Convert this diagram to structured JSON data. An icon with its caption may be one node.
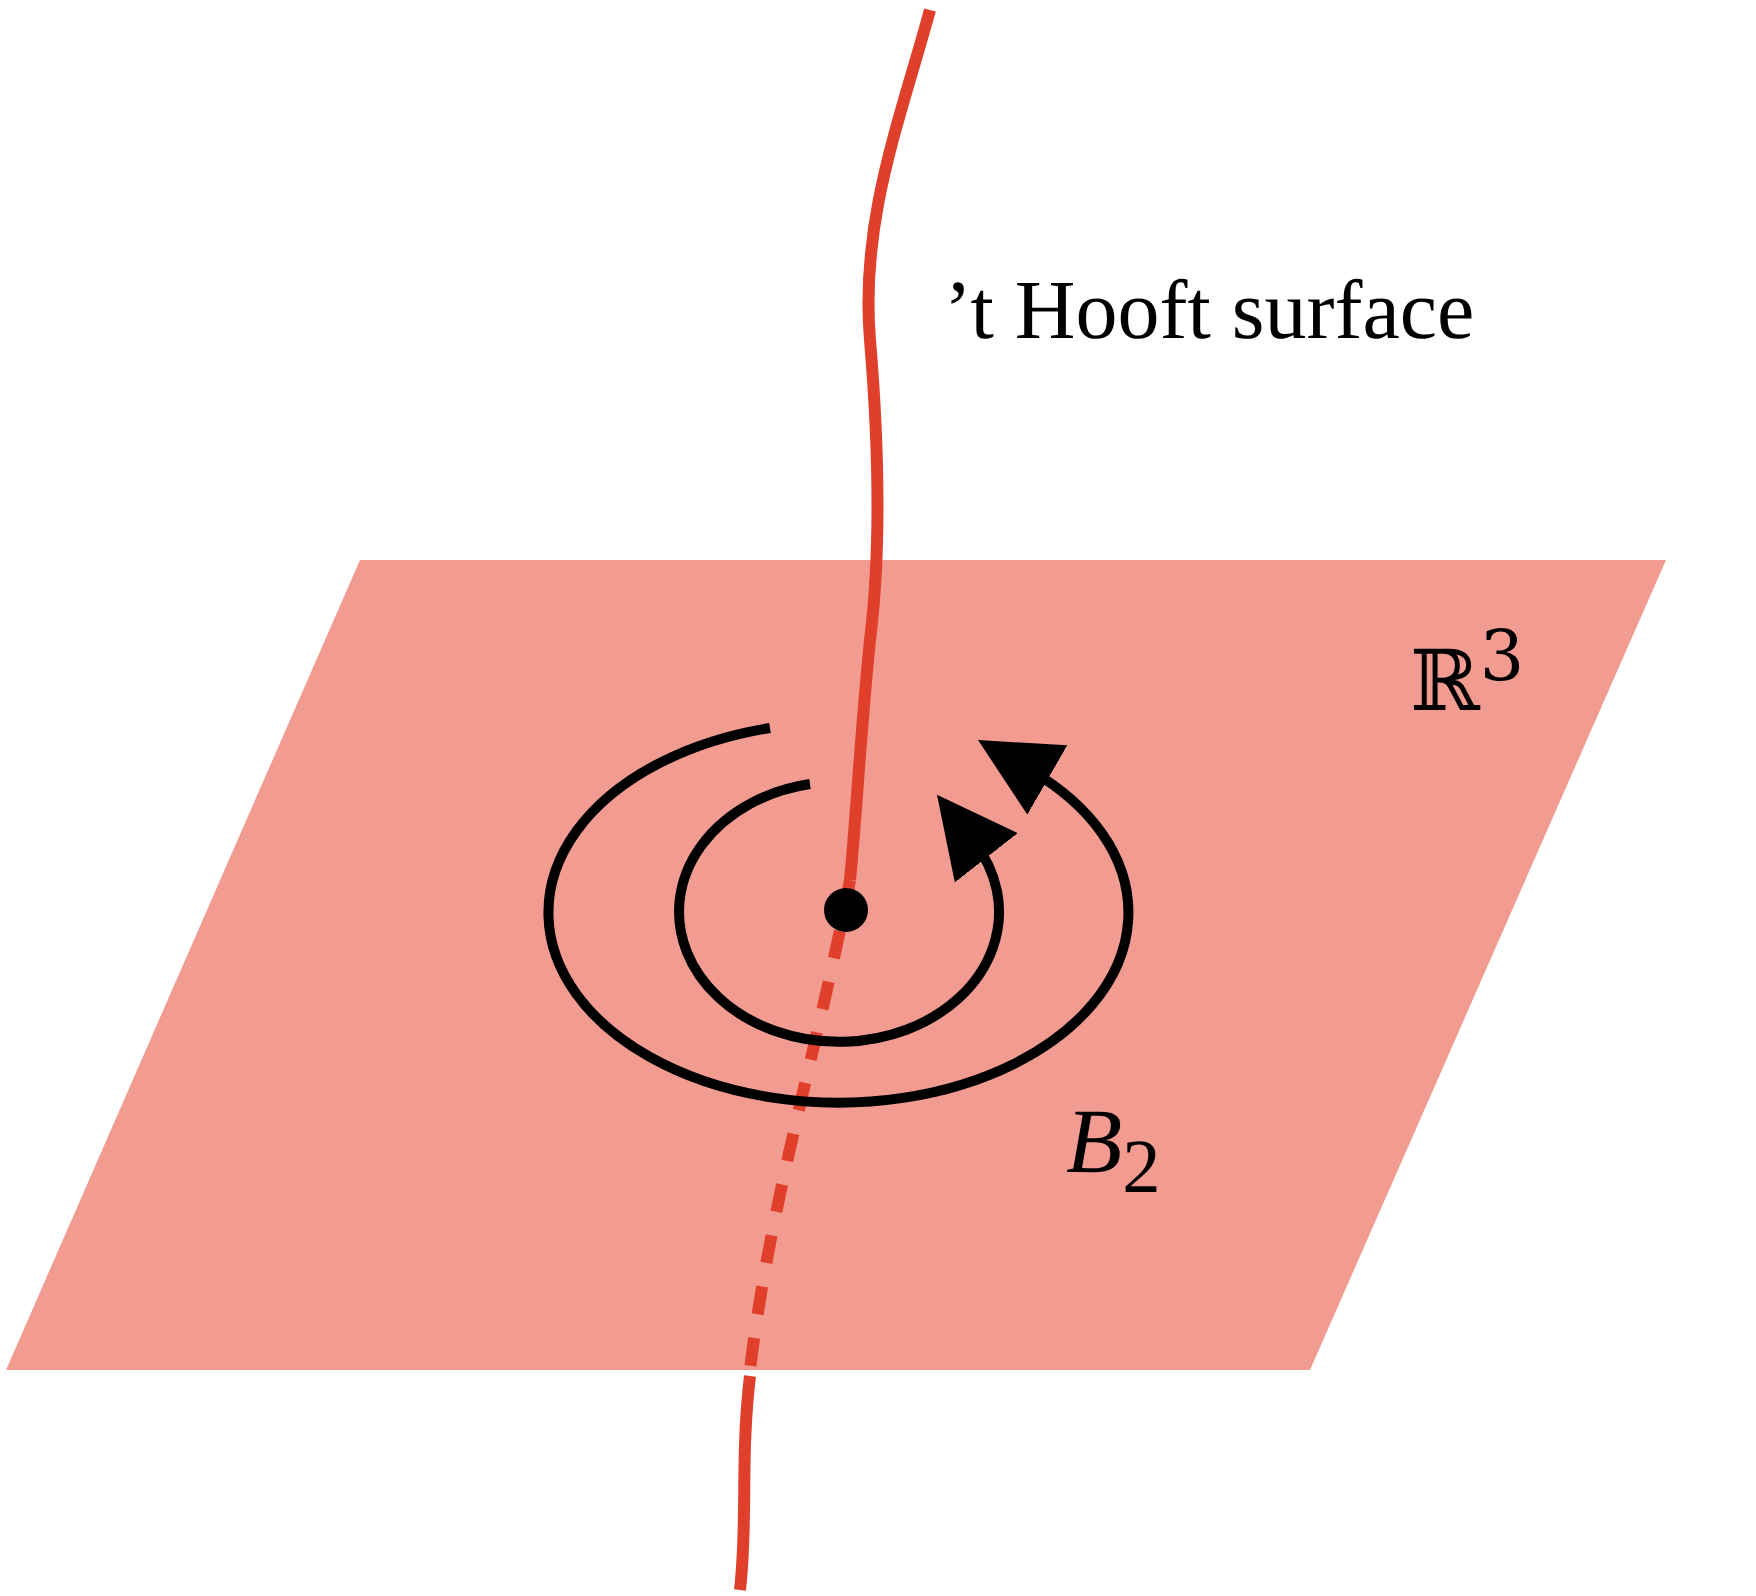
{
  "diagram": {
    "labels": [
      "’t Hooft surface",
      "ℝ$^{3}$",
      "*B*$_{2}$"
    ]
  }
}
